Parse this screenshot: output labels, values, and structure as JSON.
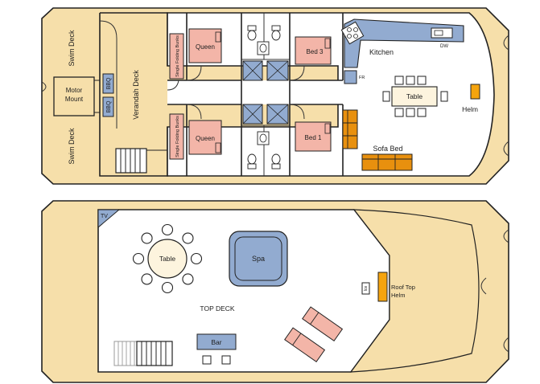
{
  "colors": {
    "hull": "#f6dfaa",
    "deck": "#ffffff",
    "bed": "#f3b5a8",
    "fixture": "#92abd0",
    "sofa": "#e8900e",
    "helm": "#f5a40e",
    "table": "#fdf4de",
    "chair": "#ffffff",
    "outline": "#222222",
    "roof_area": "#f6dfaa"
  },
  "lower_deck": {
    "swim_deck_top": "Swim Deck",
    "swim_deck_bottom": "Swim Deck",
    "motor_mount": [
      "Motor",
      "Mount"
    ],
    "bbq_1": "BBQ",
    "bbq_2": "BBQ",
    "verandah_deck": "Verandah Deck",
    "bunks_top": "Single Folding Bunks",
    "bunks_bottom": "Single Folding Bunks",
    "queen_top": "Queen",
    "queen_bottom": "Queen",
    "bed3": "Bed 3",
    "bed1": "Bed 1",
    "kitchen": "Kitchen",
    "dw": "DW",
    "fr": "FR",
    "table": "Table",
    "helm": "Helm",
    "sofa_bed": "Sofa Bed"
  },
  "top_deck": {
    "tv": "TV",
    "table": "Table",
    "spa": "Spa",
    "top_deck": "TOP DECK",
    "ice": "Ice",
    "roof_top_helm": [
      "Roof Top",
      "Helm"
    ],
    "bar": "Bar"
  }
}
